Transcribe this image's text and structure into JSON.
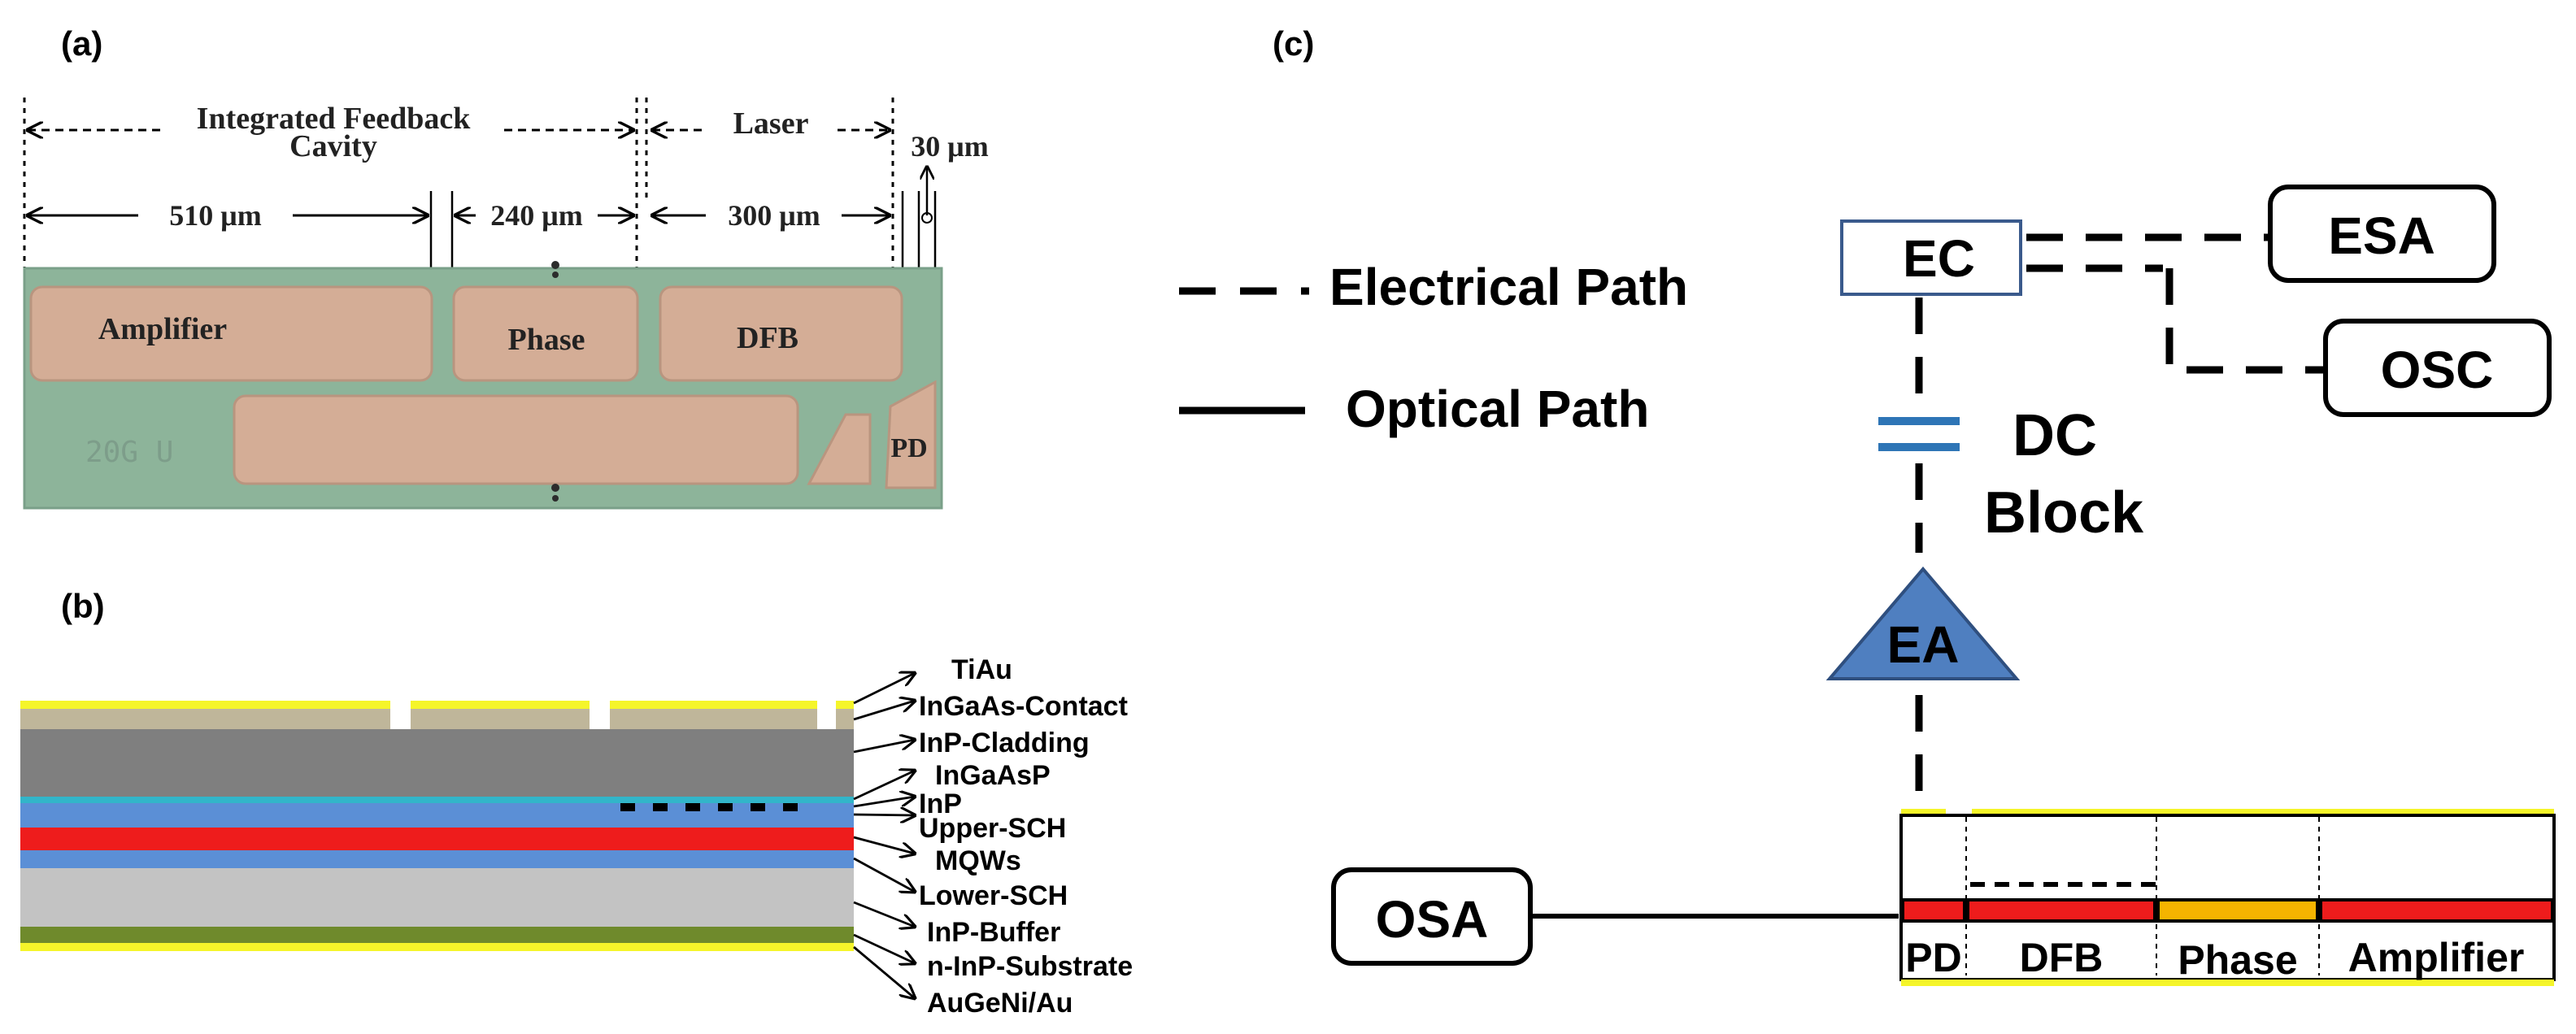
{
  "panels": {
    "a": "(a)",
    "b": "(b)",
    "c": "(c)"
  },
  "panel_a": {
    "cavity_label_1": "Integrated Feedback",
    "cavity_label_2": "Cavity",
    "laser_label": "Laser",
    "pd_width": "30 μm",
    "amp_width": "510 μm",
    "phase_width": "240 μm",
    "dfb_width": "300 μm",
    "sections": [
      "Amplifier",
      "Phase",
      "DFB",
      "PD"
    ],
    "chip_mark": "20G U"
  },
  "panel_b": {
    "layers": [
      "TiAu",
      "InGaAs-Contact",
      "InP-Cladding",
      "InGaAsP",
      "InP",
      "Upper-SCH",
      "MQWs",
      "Lower-SCH",
      "InP-Buffer",
      "n-InP-Substrate",
      "AuGeNi/Au"
    ]
  },
  "panel_c": {
    "legend_electrical": "Electrical Path",
    "legend_optical": "Optical Path",
    "ec": "EC",
    "esa": "ESA",
    "osc": "OSC",
    "dc_1": "DC",
    "dc_2": "Block",
    "ea": "EA",
    "osa": "OSA",
    "sections": [
      "PD",
      "DFB",
      "Phase",
      "Amplifier"
    ]
  },
  "colors": {
    "chip_bg": "#8db49a",
    "pad": "#d4ad96",
    "gold": "#f5f52a",
    "contact": "#bfb69a",
    "cladding": "#7f7f7f",
    "cyan": "#32b5c9",
    "blue": "#5b8fd6",
    "red": "#ee1c1c",
    "gray_light": "#c3c3c3",
    "olive": "#6f8a2c",
    "orange": "#f5b400",
    "ec_border": "#3a5a8c",
    "ea_fill": "#4f7fc0",
    "dc_blue": "#2e75b6"
  }
}
